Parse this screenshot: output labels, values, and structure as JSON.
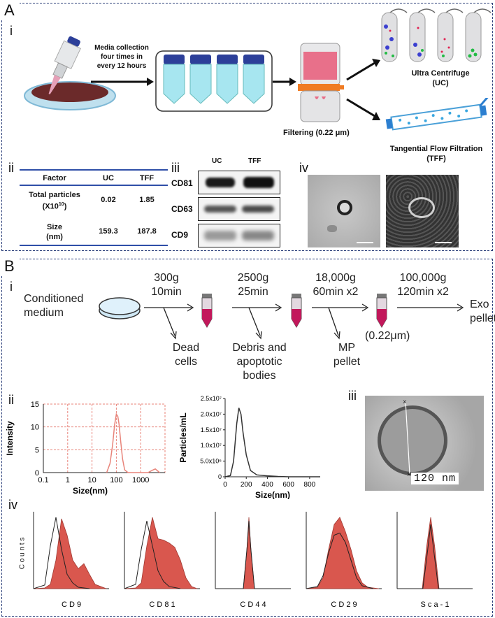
{
  "panelA": {
    "label": "A",
    "sub_i": "i",
    "sub_ii": "ii",
    "sub_iii": "iii",
    "sub_iv": "iv",
    "media_text": [
      "Media collection",
      "four times in",
      "every 12 hours"
    ],
    "filter_label": "Filtering (0.22 μm)",
    "uc_label": [
      "Ultra Centrifuge",
      "(UC)"
    ],
    "tff_label": [
      "Tangential Flow Filtration",
      "(TFF)"
    ],
    "table": {
      "headers": [
        "Factor",
        "UC",
        "TFF"
      ],
      "rows": [
        {
          "factor": [
            "Total particles",
            "(X10"
          ],
          "factor_sup": "10",
          "factor_close": ")",
          "uc": "0.02",
          "tff": "1.85"
        },
        {
          "factor": [
            "Size",
            "(nm)"
          ],
          "uc": "159.3",
          "tff": "187.8"
        }
      ]
    },
    "western": {
      "columns": [
        "UC",
        "TFF"
      ],
      "rows": [
        "CD81",
        "CD63",
        "CD9"
      ]
    }
  },
  "panelB": {
    "label": "B",
    "sub_i": "i",
    "sub_ii": "ii",
    "sub_iii": "iii",
    "sub_iv": "iv",
    "flow": {
      "start": [
        "Conditioned",
        "medium"
      ],
      "steps": [
        {
          "speed": "300g",
          "time": "10min",
          "waste": [
            "Dead",
            "cells"
          ]
        },
        {
          "speed": "2500g",
          "time": "25min",
          "waste": [
            "Debris and",
            "apoptotic",
            "bodies"
          ]
        },
        {
          "speed": "18,000g",
          "time": "60min x2",
          "waste": [
            "MP",
            "pellet"
          ]
        },
        {
          "speed": "100,000g",
          "time": "120min x2"
        }
      ],
      "filter": "(0.22μm)",
      "end": [
        "Exo",
        "pellet"
      ]
    },
    "tem_scale": "120 nm",
    "hist_labels": [
      "C D 9",
      "C D 8 1",
      "C D 4 4",
      "C D 2 9",
      "S c a - 1"
    ],
    "hist_ylabel": "C o u n t s"
  },
  "chart_data": [
    {
      "type": "line",
      "title": "",
      "xlabel": "Size(nm)",
      "ylabel": "Intensity",
      "xscale": "log",
      "xlim": [
        0.1,
        10000
      ],
      "ylim": [
        0,
        15
      ],
      "xticks": [
        "0.1",
        "1",
        "10",
        "100",
        "1000"
      ],
      "yticks": [
        "0",
        "5",
        "10",
        "15"
      ],
      "grid": "dashed red",
      "color": "#e8847a",
      "x": [
        40,
        55,
        70,
        85,
        100,
        115,
        130,
        150,
        180,
        220,
        300,
        600,
        1000,
        2000,
        3000,
        4000,
        6000
      ],
      "y": [
        0,
        2,
        6,
        10.5,
        12.8,
        12.3,
        10.5,
        7,
        3,
        0.6,
        0,
        0,
        0,
        0,
        0.5,
        0.8,
        0
      ]
    },
    {
      "type": "line",
      "title": "",
      "xlabel": "Size(nm)",
      "ylabel": "Particles/mL",
      "xlim": [
        0,
        900
      ],
      "ylim": [
        0,
        25000000
      ],
      "xticks": [
        "0",
        "200",
        "400",
        "600",
        "800"
      ],
      "yticks": [
        "0",
        "5.0x10⁶",
        "1.0x10⁷",
        "1.5x10⁷",
        "2.0x10⁷",
        "2.5x10⁷"
      ],
      "color": "#333333",
      "x": [
        0,
        50,
        80,
        110,
        130,
        150,
        170,
        200,
        240,
        300,
        400,
        500,
        600,
        900
      ],
      "y": [
        0,
        400000,
        5000000,
        17000000,
        22000000,
        20000000,
        14000000,
        7000000,
        2000000,
        600000,
        300000,
        100000,
        0,
        0
      ]
    }
  ]
}
